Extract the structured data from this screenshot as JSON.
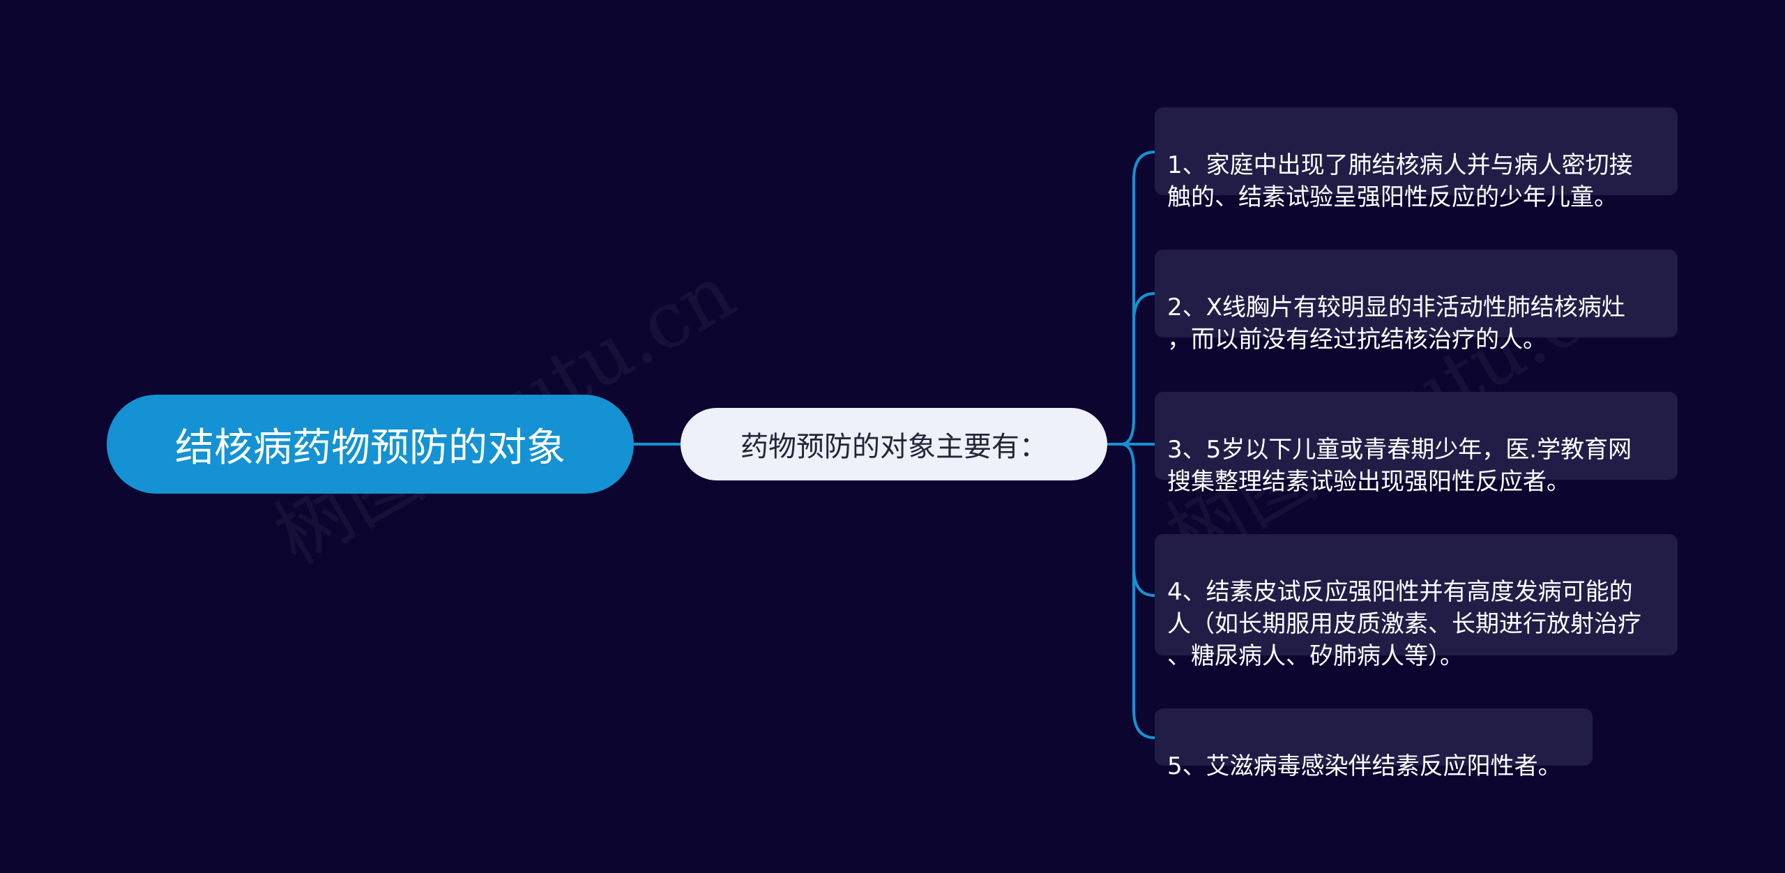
{
  "root": {
    "label": "结核病药物预防的对象"
  },
  "branch": {
    "label": "药物预防的对象主要有："
  },
  "leaves": [
    {
      "text": "1、家庭中出现了肺结核病人并与病人密切接\n触的、结素试验呈强阳性反应的少年儿童。"
    },
    {
      "text": "2、X线胸片有较明显的非活动性肺结核病灶\n，而以前没有经过抗结核治疗的人。"
    },
    {
      "text": "3、5岁以下儿童或青春期少年，医.学教育网\n搜集整理结素试验出现强阳性反应者。"
    },
    {
      "text": "4、结素皮试反应强阳性并有高度发病可能的\n人（如长期服用皮质激素、长期进行放射治疗\n、糖尿病人、矽肺病人等）。"
    },
    {
      "text": "5、艾滋病毒感染伴结素反应阳性者。"
    }
  ],
  "watermarks": [
    {
      "text": "树图 shutu.cn"
    },
    {
      "text": "树图 shutu.cn"
    }
  ],
  "colors": {
    "background": "#0b0530",
    "root_fill": "#1592d3",
    "branch_fill": "#eef0fa",
    "leaf_fill": "#221d47",
    "connector": "#1592d3"
  }
}
